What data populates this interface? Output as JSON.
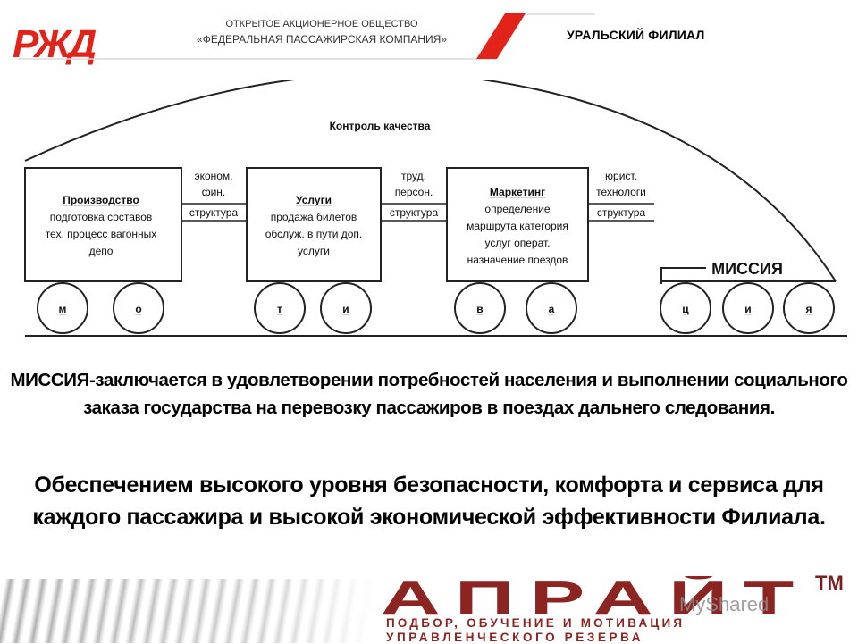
{
  "header": {
    "logo_text": "РЖД",
    "company_line1": "ОТКРЫТОЕ АКЦИОНЕРНОЕ ОБЩЕСТВО",
    "company_line2": "«ФЕДЕРАЛЬНАЯ ПАССАЖИРСКАЯ КОМПАНИЯ»",
    "branch": "УРАЛЬСКИЙ ФИЛИАЛ",
    "accent_color": "#e2231a"
  },
  "diagram": {
    "arch_label": "Контроль качества",
    "cars": [
      {
        "title": "Производство",
        "lines": [
          "подготовка составов",
          "тех. процесс вагонных",
          "депо"
        ],
        "wheels": [
          "м",
          "о"
        ]
      },
      {
        "title": "Услуги",
        "lines": [
          "продажа билетов",
          "обслуж. в пути доп.",
          "услуги"
        ],
        "wheels": [
          "т",
          "и"
        ]
      },
      {
        "title": "Маркетинг",
        "lines": [
          "определение",
          "маршрута категория",
          "услуг операт.",
          "назначение поездов"
        ],
        "wheels": [
          "в",
          "а"
        ]
      }
    ],
    "couplings": [
      {
        "lines": [
          "эконом.",
          "фин."
        ],
        "bottom": "структура"
      },
      {
        "lines": [
          "труд.",
          "персон."
        ],
        "bottom": "структура"
      },
      {
        "lines": [
          "юрист.",
          "технологи"
        ],
        "bottom": "структура"
      }
    ],
    "mission_label": "МИССИЯ",
    "mission_wheels": [
      "ц",
      "и",
      "я"
    ]
  },
  "mission_text": "МИССИЯ-заключается в удовлетворении потребностей населения и выполнении социального заказа государства на перевозку пассажиров в поездах дальнего следования.",
  "goal_text": "Обеспечением высокого уровня безопасности, комфорта и сервиса для каждого пассажира и высокой экономической эффективности Филиала.",
  "footer": {
    "logo_text": "АПРАЙТ",
    "trademark": "TM",
    "sub_line1": "ПОДБОР, ОБУЧЕНИЕ И МОТИВАЦИЯ",
    "sub_line2": "УПРАВЛЕНЧЕСКОГО РЕЗЕРВА",
    "watermark": "MyShared",
    "logo_color": "#8c2421"
  }
}
